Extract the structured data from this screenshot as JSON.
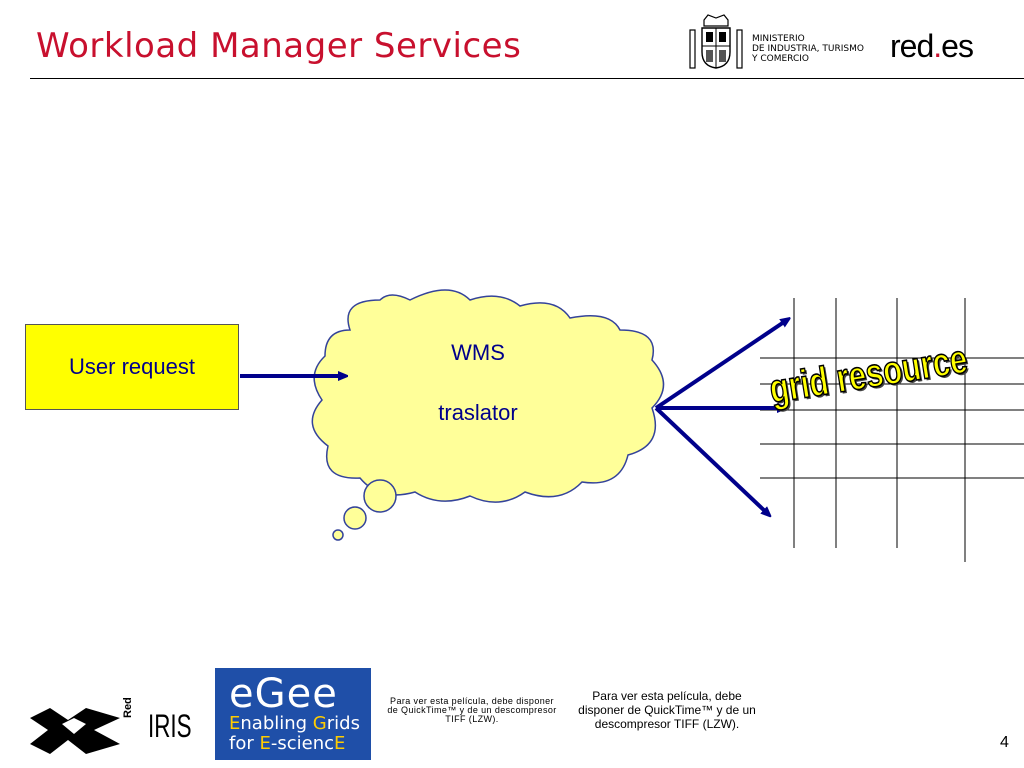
{
  "slide": {
    "title": "Workload Manager Services",
    "page_number": "4"
  },
  "header_logos": {
    "ministry_lines": [
      "MINISTERIO",
      "DE INDUSTRIA, TURISMO",
      "Y COMERCIO"
    ],
    "rede_prefix": "red",
    "rede_dot": ".",
    "rede_suffix": "es"
  },
  "diagram": {
    "user_request_label": "User request",
    "cloud_line1": "WMS",
    "cloud_line2": "traslator",
    "grid_label": "grid resource"
  },
  "footer": {
    "egee_logo": "eGee",
    "egee_line1_a": "E",
    "egee_line1_b": "nabling ",
    "egee_line1_c": "G",
    "egee_line1_d": "rids",
    "egee_line2_a": "for ",
    "egee_line2_b": "E",
    "egee_line2_c": "-scienc",
    "egee_line2_d": "E",
    "rediris_red": "Red",
    "rediris_iris": "IRIS",
    "quicktime_small": "Para ver esta película, debe disponer de QuickTime™ y de un descompresor TIFF (LZW).",
    "quicktime_large": "Para ver esta película, debe disponer de QuickTime™ y de un descompresor TIFF (LZW)."
  },
  "colors": {
    "title_red": "#c8102e",
    "arrow_navy": "#00008b",
    "cloud_fill": "#ffff99",
    "user_box_fill": "#ffff00",
    "egee_blue": "#1f4fa8"
  }
}
